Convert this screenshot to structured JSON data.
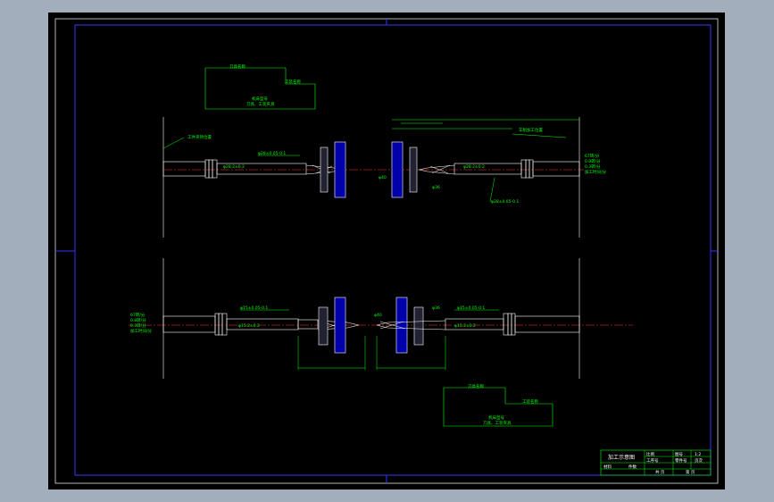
{
  "drawing": {
    "top_view": {
      "box_tool": "刀具名称",
      "box_fixture": "工装名称",
      "box_main_1": "机床型号",
      "box_main_2": "刀具、工装夹具",
      "left_label": "工件夹持位置",
      "left_dim_1": "φ28±0.05-0.1",
      "left_dim_2": "φ28.2±0.2",
      "right_label": "车削加工位置",
      "right_dim_1": "φ28.2±0.2",
      "right_dim_2": "φ28±0.05-0.1",
      "center_dim_1": "φ40",
      "center_dim_2": "φ36",
      "notes": [
        "67转/分",
        "0.8转/分",
        "0.3转/分",
        "加工时间/分"
      ]
    },
    "bottom_view": {
      "left_dim": "φ15±0.05-0.1",
      "left_dim_2": "φ15.2±0.2",
      "right_dim": "φ15±0.05-0.1",
      "right_dim_2": "φ15.2±0.2",
      "center_dim_1": "φ40",
      "center_dim_2": "φ36",
      "notes": [
        "67转/分",
        "0.8转/分",
        "0.3转/分",
        "加工时间/分"
      ],
      "box_tool": "刀具名称",
      "box_fixture": "工装名称",
      "box_main_1": "机床型号",
      "box_main_2": "刀具、工装夹具"
    },
    "title_block": {
      "title": "加工示意图",
      "cells": [
        "比例",
        "图号",
        "1:2",
        "工序号",
        "零件号",
        "页次",
        "材料",
        "件数",
        "共 页",
        "第 页"
      ]
    }
  },
  "colors": {
    "background": "#000000",
    "frame": "#0000ff",
    "annotation": "#00ff00",
    "centerline": "#ff0000",
    "section": "#0000aa"
  }
}
